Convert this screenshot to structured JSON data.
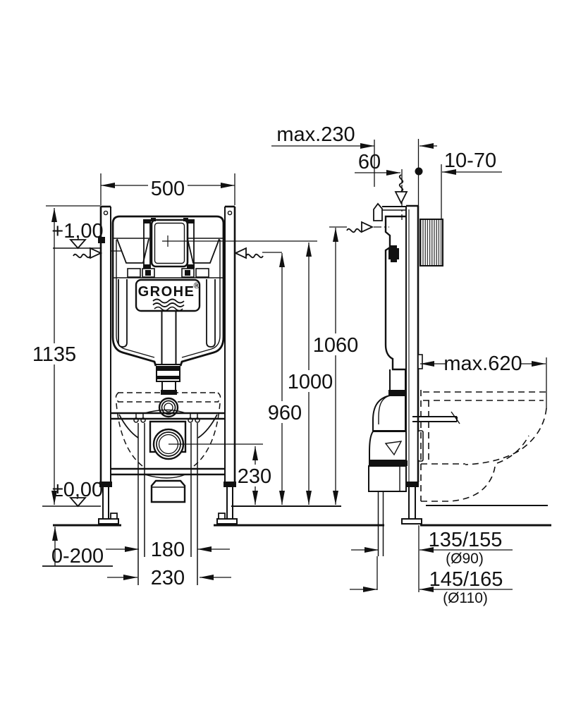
{
  "page": {
    "paper_color": "#ffffff",
    "ink_color": "#111111"
  },
  "drawing": {
    "kind": "concealed-cistern-installation-frame-dimension-drawing",
    "views": [
      "front-view",
      "side-view"
    ],
    "brand": {
      "name": "GROHE",
      "registered": "®"
    },
    "labels": {
      "width_front": "500",
      "height_overall": "1135",
      "water_level": "+1,00",
      "floor_level": "±0,00",
      "floor_adjust_range": "0-200",
      "bolt_spacing_a": "180",
      "bolt_spacing_b": "230",
      "outlet_center_height": "230",
      "height_960": "960",
      "height_1000": "1000",
      "height_1060": "1060",
      "top_clearance_max": "max.230",
      "flush_offset": "60",
      "wall_distance_range": "10-70",
      "depth_max": "max.620",
      "outlet_a": "135/155",
      "outlet_a_diameter": "(Ø90)",
      "outlet_b": "145/165",
      "outlet_b_diameter": "(Ø110)"
    }
  }
}
